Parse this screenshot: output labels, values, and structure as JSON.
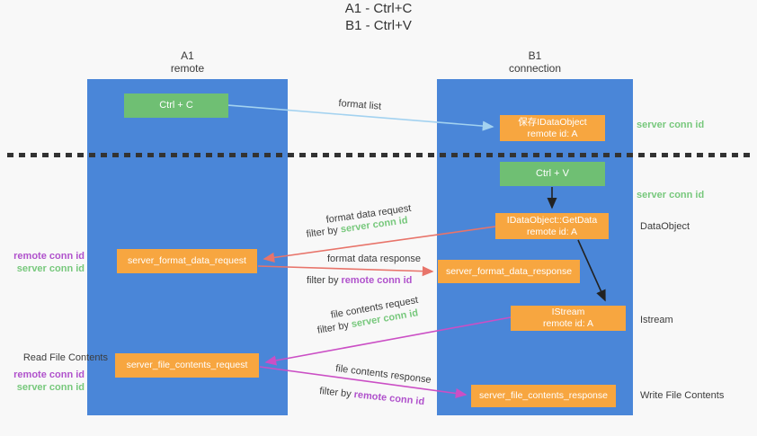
{
  "title": {
    "line1": "A1 - Ctrl+C",
    "line2": "B1 - Ctrl+V"
  },
  "lanes": {
    "left": {
      "name": "A1",
      "role": "remote"
    },
    "right": {
      "name": "B1",
      "role": "connection"
    }
  },
  "nodes": {
    "ctrl_c": "Ctrl + C",
    "ctrl_v": "Ctrl + V",
    "save_idataobject": {
      "line1": "保存IDataObject",
      "line2": "remote id: A"
    },
    "getdata": {
      "line1": "IDataObject::GetData",
      "line2": "remote id: A"
    },
    "istream": {
      "line1": "IStream",
      "line2": "remote id: A"
    },
    "server_format_data_request": "server_format_data_request",
    "server_format_data_response": "server_format_data_response",
    "server_file_contents_request": "server_file_contents_request",
    "server_file_contents_response": "server_file_contents_response"
  },
  "side_labels": {
    "server_conn_id": "server conn id",
    "remote_conn_id": "remote conn id",
    "dataobject": "DataObject",
    "istream": "Istream",
    "read_file_contents": "Read File Contents",
    "write_file_contents": "Write File Contents"
  },
  "edge_labels": {
    "format_list": "format list",
    "format_data_request": "format data request",
    "format_data_response": "format data response",
    "file_contents_request": "file contents request",
    "file_contents_response": "file contents response",
    "filter_by": "filter by ",
    "server_conn_id": "server conn id",
    "remote_conn_id": "remote conn id"
  },
  "colors": {
    "bg": "#f8f8f8",
    "lane_blue": "#4a86d8",
    "box_green": "#6fbf73",
    "box_orange": "#f7a640",
    "text_green": "#77c87c",
    "text_purple": "#b052cc",
    "text_dark": "#3c3c3c",
    "arrow_red": "#e8746a",
    "arrow_magenta": "#cb4fc5",
    "arrow_blue": "#a3d2f0",
    "arrow_black": "#222222"
  }
}
